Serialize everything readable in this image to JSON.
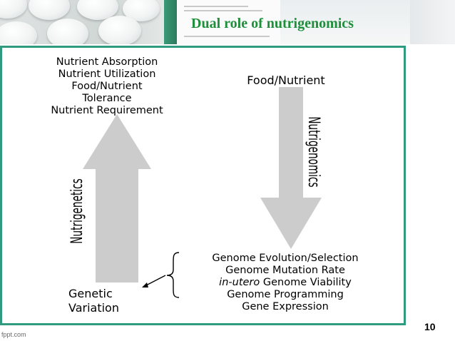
{
  "slide": {
    "title": "Dual role of nutrigenomics",
    "page_number": "10",
    "footer_brand": "fppt.com"
  },
  "figure": {
    "left_top_list": [
      "Nutrient Absorption",
      "Nutrient Utilization",
      "Food/Nutrient",
      "Tolerance",
      "Nutrient Requirement"
    ],
    "right_top_label": "Food/Nutrient",
    "left_arrow_label": "Nutrigenetics",
    "right_arrow_label": "Nutrigenomics",
    "bottom_left_label_line1": "Genetic",
    "bottom_left_label_line2": "Variation",
    "right_bottom_list": {
      "line1": "Genome Evolution/Selection",
      "line2": "Genome Mutation Rate",
      "line3_italic": "in-utero",
      "line3_rest": " Genome Viability",
      "line4": "Genome Programming",
      "line5": "Gene Expression"
    }
  },
  "colors": {
    "title": "#1f8f3b",
    "frame_border": "#2f9a7e",
    "arrow_fill": "#cccccc"
  }
}
